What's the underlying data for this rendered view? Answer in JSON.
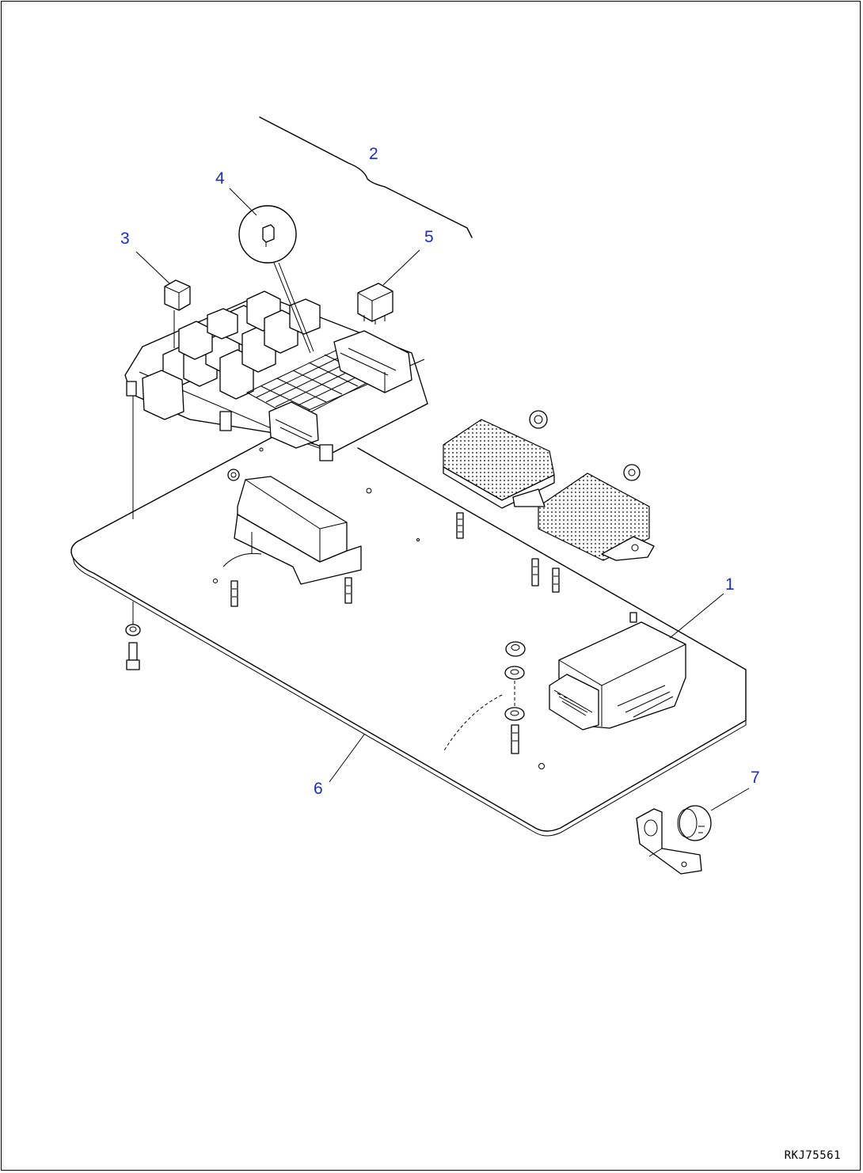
{
  "callouts": {
    "c1": "1",
    "c2": "2",
    "c3": "3",
    "c4": "4",
    "c5": "5",
    "c6": "6",
    "c7": "7"
  },
  "drawing_code": "RKJ75561",
  "colors": {
    "callout": "#1a2bd6",
    "line": "#000000",
    "background": "#ffffff"
  }
}
